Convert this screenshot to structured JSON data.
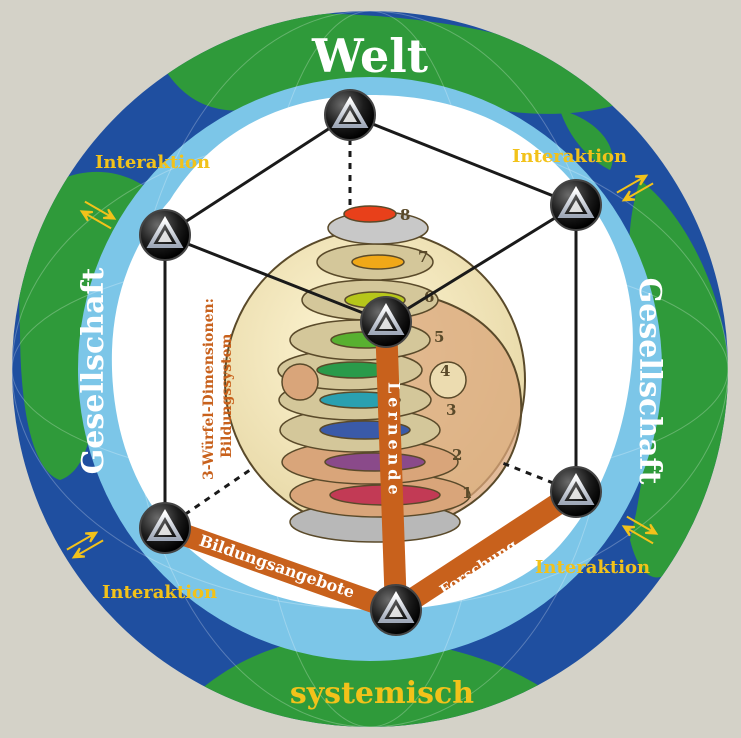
{
  "title_top": "Welt",
  "title_bottom": "systemisch",
  "side_left": "Gesellschaft",
  "side_right": "Gesellschaft",
  "interaction_labels": [
    "Interaktion",
    "Interaktion",
    "Interaktion",
    "Interaktion"
  ],
  "cube_caption_line1": "3-Würfel-Dimensionen:",
  "cube_caption_line2": "Bildungssystem",
  "edge_left": "Bildungsangebote",
  "edge_right": "Forschung",
  "edge_vertical": "Lernende",
  "spiral_numbers": [
    "1",
    "2",
    "3",
    "4",
    "5",
    "6",
    "7",
    "8"
  ],
  "colors": {
    "background": "#d4d2c8",
    "ocean": "#1f4fa0",
    "land": "#2f9a3a",
    "ring_light": "#7cc6e8",
    "inner": "#ffffff",
    "accent_orange": "#c8611c",
    "label_yellow": "#f2c21a",
    "white": "#ffffff"
  },
  "icons": [
    "triangle-node-icon",
    "arrow-pair-icon"
  ]
}
